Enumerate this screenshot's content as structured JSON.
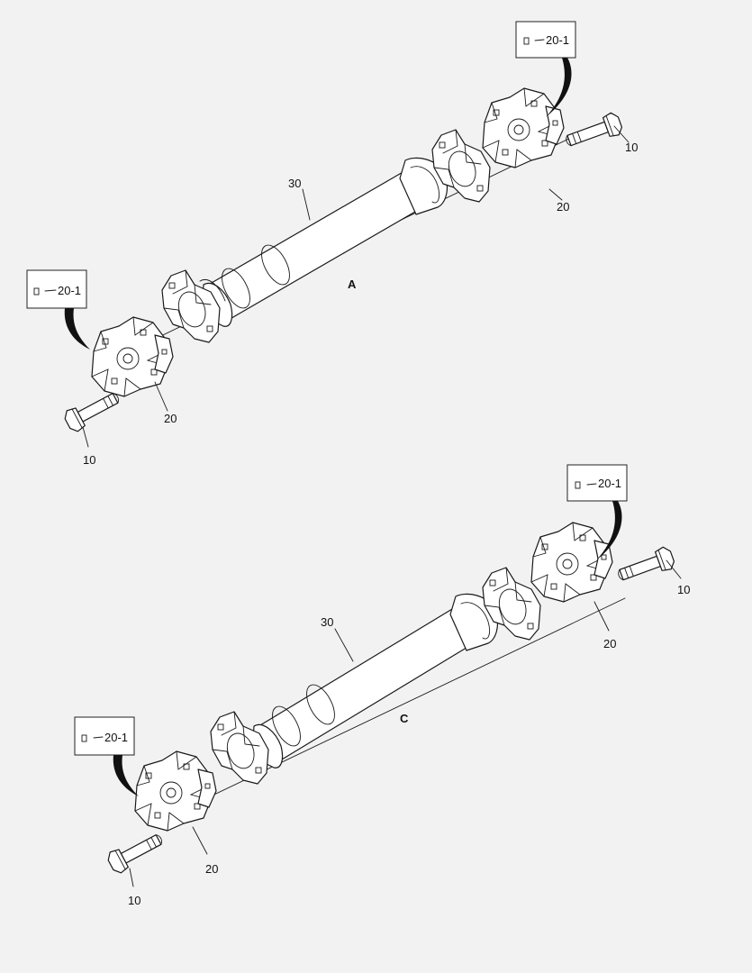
{
  "assemblies": [
    {
      "view_label": "A",
      "shaft_callout": "30",
      "coupling_callout_upper": "20",
      "coupling_callout_lower": "20",
      "bolt_callout_upper": "10",
      "bolt_callout_lower": "10",
      "detail_box_upper": "20-1",
      "detail_box_lower": "20-1"
    },
    {
      "view_label": "C",
      "shaft_callout": "30",
      "coupling_callout_upper": "20",
      "coupling_callout_lower": "20",
      "bolt_callout_upper": "10",
      "bolt_callout_lower": "10",
      "detail_box_upper": "20-1",
      "detail_box_lower": "20-1"
    }
  ]
}
